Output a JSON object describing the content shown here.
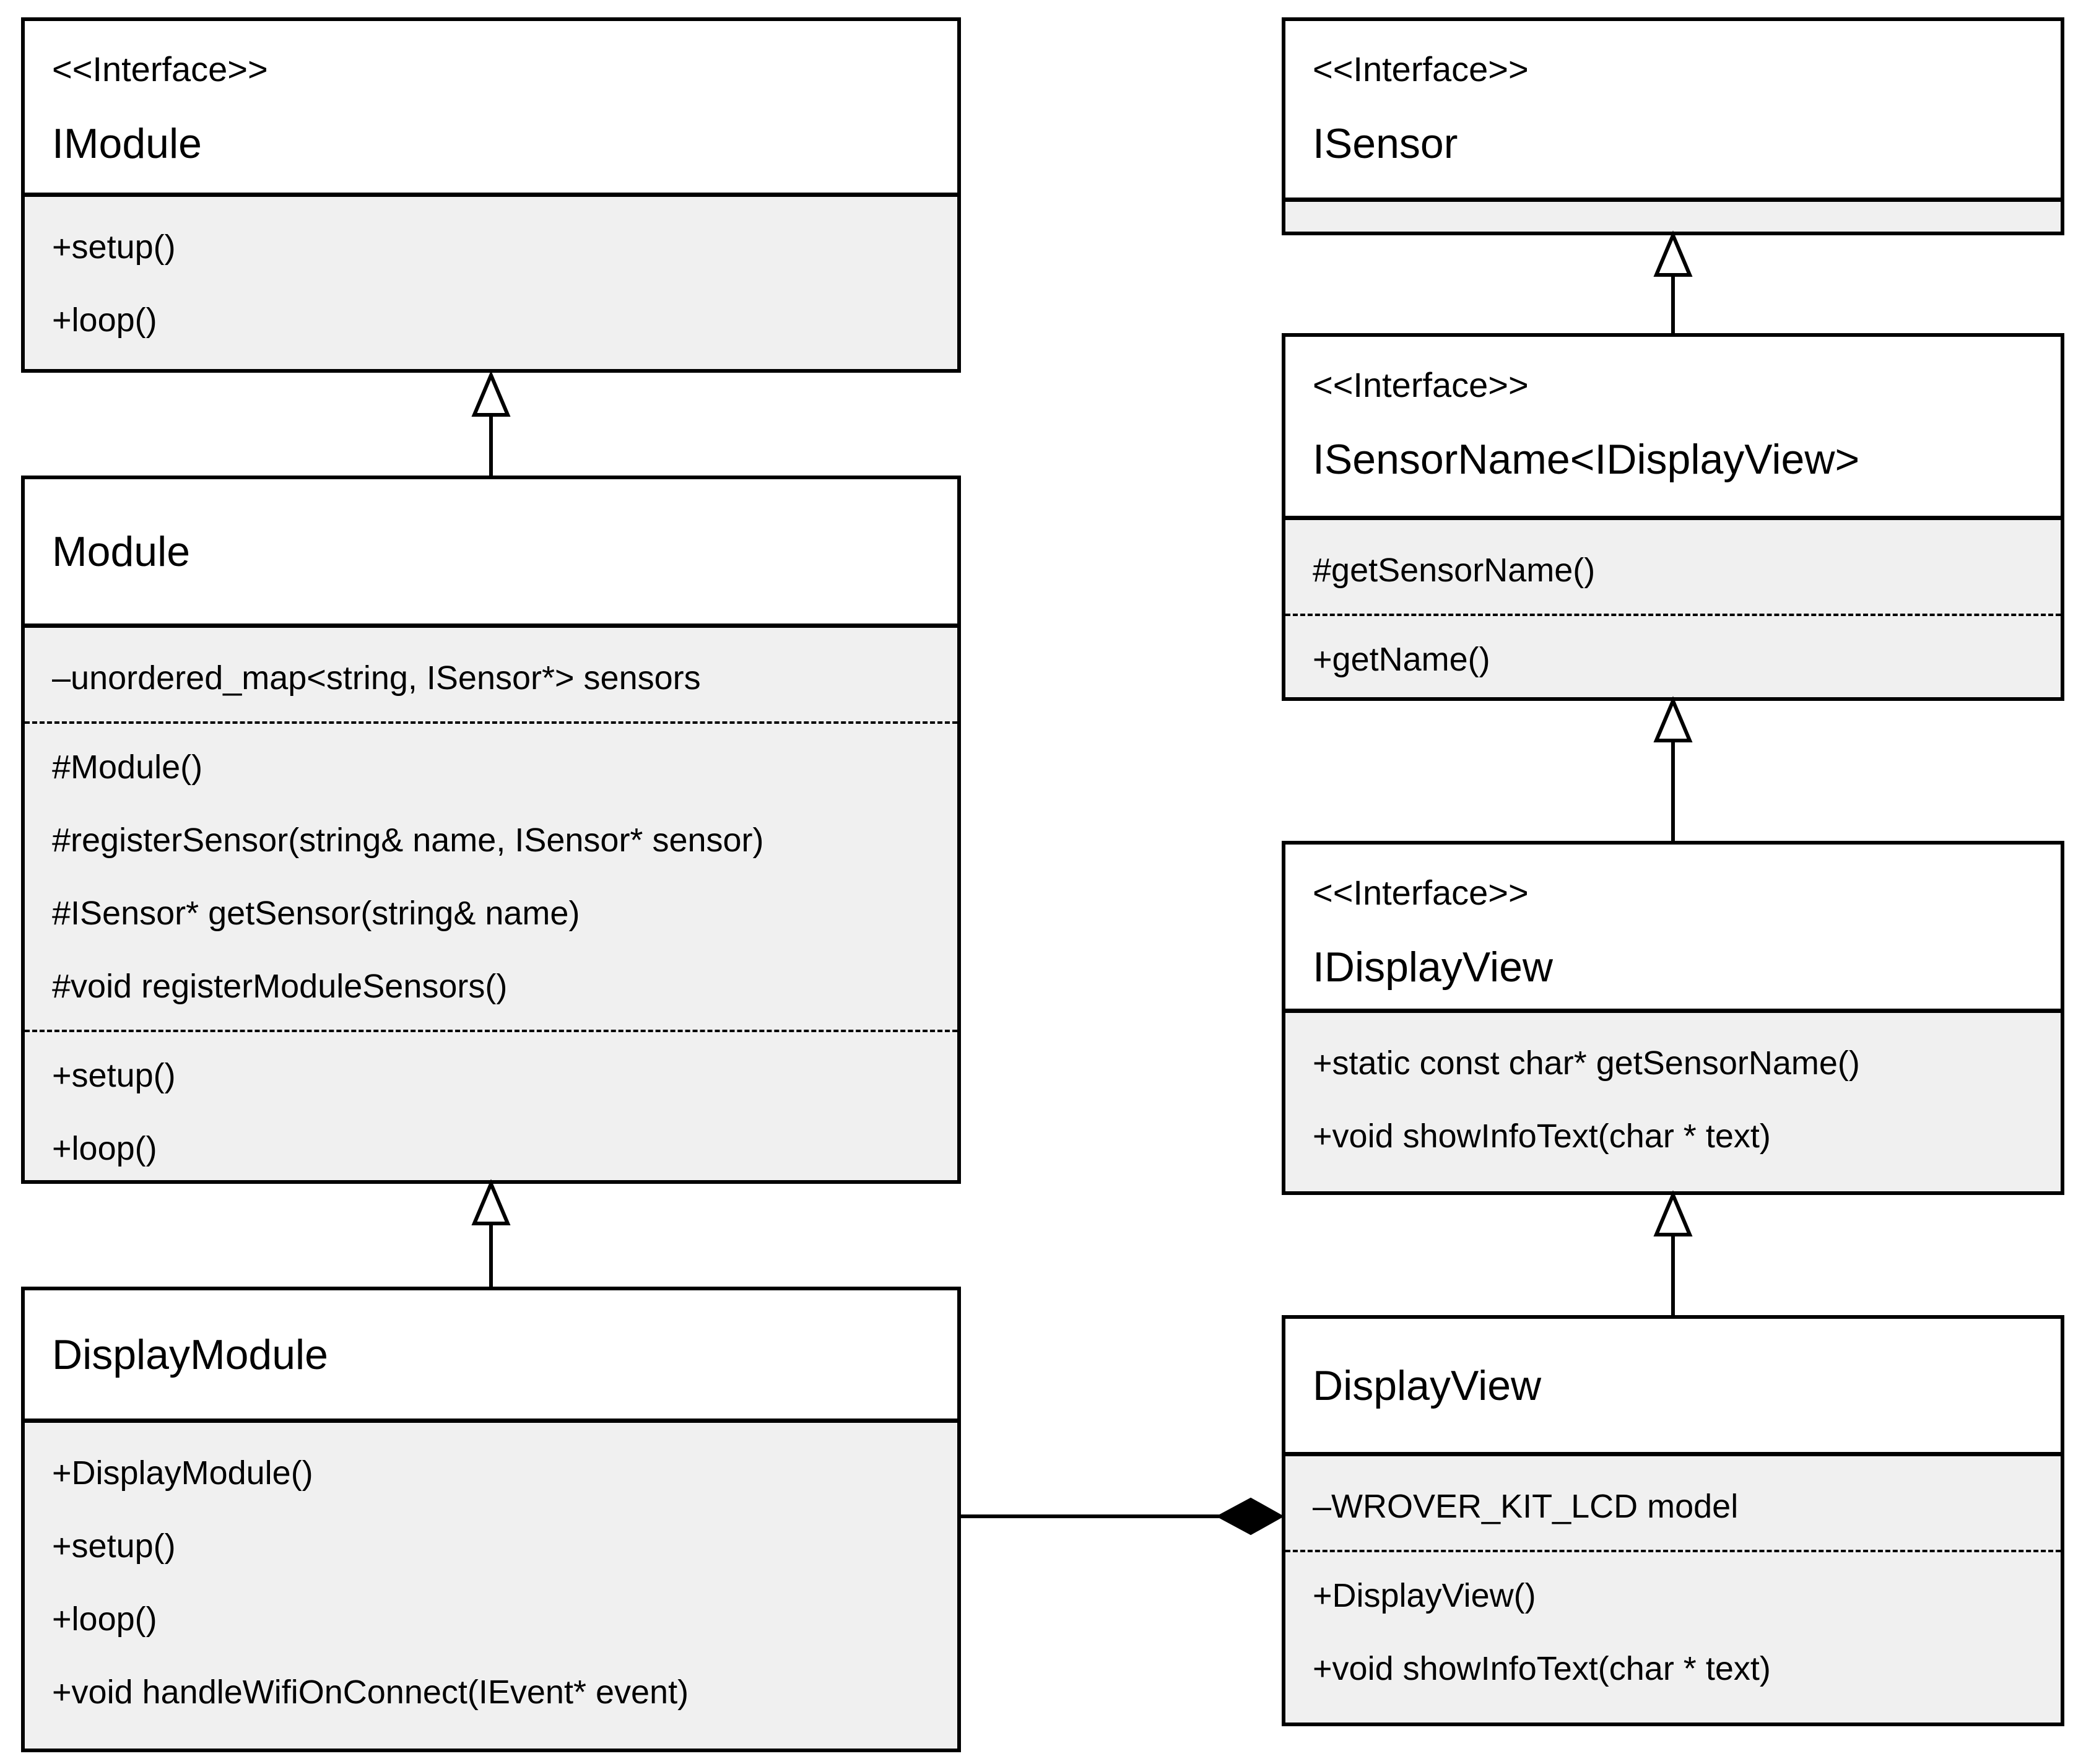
{
  "diagram": {
    "type": "uml-class-diagram",
    "background_color": "#ffffff",
    "compartment_fill": "#f0f0f0",
    "header_fill": "#ffffff",
    "line_color": "#000000"
  },
  "classes": {
    "imodule": {
      "stereotype": "<<Interface>>",
      "name": "IModule",
      "groups": [
        [
          "+setup()",
          "+loop()"
        ]
      ]
    },
    "module": {
      "name": "Module",
      "groups": [
        [
          "–unordered_map<string, ISensor*> sensors"
        ],
        [
          "#Module()",
          "#registerSensor(string& name, ISensor* sensor)",
          "#ISensor* getSensor(string& name)",
          "#void registerModuleSensors()"
        ],
        [
          "+setup()",
          "+loop()"
        ]
      ]
    },
    "displaymodule": {
      "name": "DisplayModule",
      "groups": [
        [
          "+DisplayModule()",
          "+setup()",
          "+loop()",
          "+void handleWifiOnConnect(IEvent* event)"
        ]
      ]
    },
    "isensor": {
      "stereotype": "<<Interface>>",
      "name": "ISensor",
      "groups": []
    },
    "isensorname": {
      "stereotype": "<<Interface>>",
      "name": "ISensorName<IDisplayView>",
      "groups": [
        [
          "#getSensorName()"
        ],
        [
          "+getName()"
        ]
      ]
    },
    "idisplayview": {
      "stereotype": "<<Interface>>",
      "name": "IDisplayView",
      "groups": [
        [
          "+static const char* getSensorName()",
          "+void showInfoText(char * text)"
        ]
      ]
    },
    "displayview": {
      "name": "DisplayView",
      "groups": [
        [
          "–WROVER_KIT_LCD model"
        ],
        [
          "+DisplayView()",
          "+void showInfoText(char * text)"
        ]
      ]
    }
  },
  "relationships": [
    {
      "type": "generalization",
      "from": "Module",
      "to": "IModule"
    },
    {
      "type": "generalization",
      "from": "DisplayModule",
      "to": "Module"
    },
    {
      "type": "generalization",
      "from": "ISensorName<IDisplayView>",
      "to": "ISensor"
    },
    {
      "type": "generalization",
      "from": "IDisplayView",
      "to": "ISensorName<IDisplayView>"
    },
    {
      "type": "generalization",
      "from": "DisplayView",
      "to": "IDisplayView"
    },
    {
      "type": "composition",
      "from": "DisplayModule",
      "to": "DisplayView",
      "diamond_at": "DisplayView"
    }
  ]
}
